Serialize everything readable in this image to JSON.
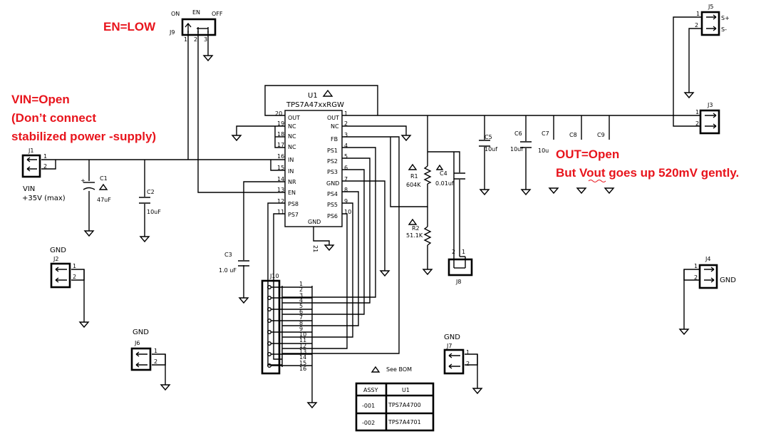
{
  "annotations": {
    "en_low": "EN=LOW",
    "vin_open_1": "VIN=Open",
    "vin_open_2": "(Don’t connect",
    "vin_open_3": "stabilized power -supply)",
    "out_open_1": "OUT=Open",
    "out_open_2": "But Vout goes up 520mV gently."
  },
  "ic": {
    "ref": "U1",
    "part": "TPS7A47xxRGW",
    "left_pins": [
      {
        "num": "20",
        "name": "OUT"
      },
      {
        "num": "19",
        "name": "NC"
      },
      {
        "num": "18",
        "name": "NC"
      },
      {
        "num": "17",
        "name": "NC"
      },
      {
        "num": "16",
        "name": "IN"
      },
      {
        "num": "15",
        "name": "IN"
      },
      {
        "num": "14",
        "name": "NR"
      },
      {
        "num": "13",
        "name": "EN"
      },
      {
        "num": "12",
        "name": "PS8"
      },
      {
        "num": "11",
        "name": "PS7"
      }
    ],
    "right_pins": [
      {
        "num": "1",
        "name": "OUT"
      },
      {
        "num": "2",
        "name": "NC"
      },
      {
        "num": "3",
        "name": "FB"
      },
      {
        "num": "4",
        "name": "PS1"
      },
      {
        "num": "5",
        "name": "PS2"
      },
      {
        "num": "6",
        "name": "PS3"
      },
      {
        "num": "7",
        "name": "GND"
      },
      {
        "num": "8",
        "name": "PS4"
      },
      {
        "num": "9",
        "name": "PS5"
      },
      {
        "num": "10",
        "name": "PS6"
      }
    ],
    "bottom_pin_name": "GND",
    "bottom_pin_num": "21"
  },
  "j9": {
    "ref": "J9",
    "on": "ON",
    "en": "EN",
    "off": "OFF",
    "p1": "1",
    "p2": "2",
    "p3": "3"
  },
  "j1": {
    "ref": "J1",
    "p1": "1",
    "p2": "2",
    "vin": "VIN",
    "vmax": "+35V  (max)"
  },
  "j2": {
    "ref": "J2",
    "gnd": "GND",
    "p1": "1",
    "p2": "2"
  },
  "j6": {
    "ref": "J6",
    "gnd": "GND",
    "p1": "1",
    "p2": "2"
  },
  "j7": {
    "ref": "J7",
    "gnd": "GND",
    "p1": "1",
    "p2": "2"
  },
  "j3": {
    "ref": "J3",
    "p1": "1",
    "p2": "2"
  },
  "j4": {
    "ref": "J4",
    "gnd": "GND",
    "p1": "1",
    "p2": "2"
  },
  "j5": {
    "ref": "J5",
    "p1": "1",
    "p2": "2",
    "splus": "S+",
    "sminus": "S-"
  },
  "j8": {
    "ref": "J8",
    "p1": "1",
    "p2": "2"
  },
  "j10": {
    "ref": "J10",
    "pins": [
      "1",
      "2",
      "3",
      "4",
      "5",
      "6",
      "7",
      "8",
      "9",
      "10",
      "11",
      "12",
      "13",
      "14",
      "15",
      "16"
    ]
  },
  "caps": {
    "c1_ref": "C1",
    "c1_val": "47uF",
    "c2_ref": "C2",
    "c2_val": "10uF",
    "c3_ref": "C3",
    "c3_val": "1.0 uF",
    "c4_ref": "C4",
    "c4_val": "0.01uf",
    "c5_ref": "C5",
    "c5_val": "10uf",
    "c6_ref": "C6",
    "c6_val": "10uf",
    "c7_ref": "C7",
    "c7_val": "10u",
    "c8_ref": "C8",
    "c9_ref": "C9"
  },
  "resistors": {
    "r1_ref": "R1",
    "r1_val": "604K",
    "r2_ref": "R2",
    "r2_val": "51.1K"
  },
  "legend": {
    "see_bom": "See BOM",
    "headers": [
      "ASSY",
      "U1"
    ],
    "rows": [
      [
        "-001",
        "TPS7A4700"
      ],
      [
        "-002",
        "TPS7A4701"
      ]
    ]
  },
  "colors": {
    "annotation": "#e8141c",
    "wire": "#000000",
    "jumper_short": "#e8141c"
  }
}
